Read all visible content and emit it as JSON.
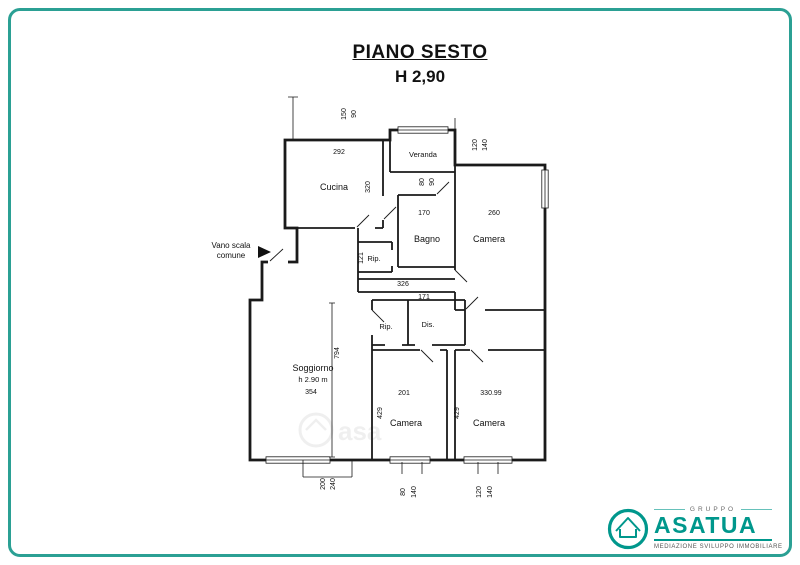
{
  "colors": {
    "frame": "#2ba094",
    "accent": "#00978c"
  },
  "title": {
    "main": "PIANO SESTO",
    "height": "H 2,90"
  },
  "plan": {
    "rooms": {
      "cucina": "Cucina",
      "veranda": "Veranda",
      "bagno": "Bagno",
      "camera_top": "Camera",
      "rip_top": "Rip.",
      "rip_mid": "Rip.",
      "dis": "Dis.",
      "soggiorno": "Soggiorno",
      "soggiorno_h": "h 2.90 m",
      "camera_mid": "Camera",
      "camera_right": "Camera"
    },
    "note": {
      "line1": "Vano scala",
      "line2": "comune"
    },
    "dims": {
      "d150": "150",
      "d90a": "90",
      "d292": "292",
      "d320": "320",
      "d80a": "80",
      "d90b": "90",
      "d120a": "120",
      "d140a": "140",
      "d170": "170",
      "d260": "260",
      "d121": "121",
      "d326": "326",
      "d171": "171",
      "d354": "354",
      "d794": "794",
      "d201": "201",
      "d330_99": "330.99",
      "d429a": "429",
      "d429b": "429",
      "d200": "200",
      "d240": "240",
      "d80b": "80",
      "d140b": "140",
      "d120b": "120",
      "d140c": "140"
    }
  },
  "watermark": {
    "text": "asa"
  },
  "logo": {
    "gruppo": "GRUPPO",
    "brand": "ASATUA",
    "tagline": "MEDIAZIONE SVILUPPO IMMOBILIARE"
  }
}
